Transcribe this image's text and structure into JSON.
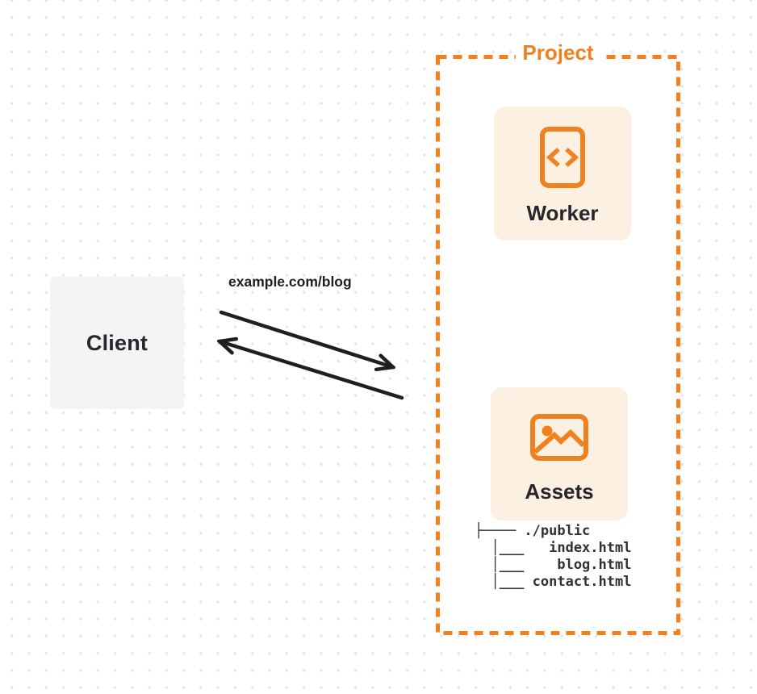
{
  "colors": {
    "orange": "#f0811f",
    "card_background": "#fcf0e3",
    "client_background": "#f4f4f6",
    "ink": "#26262b",
    "arrow": "#1f1f1f",
    "dot_grid": "#e4e4e8"
  },
  "client": {
    "label": "Client"
  },
  "request": {
    "label": "example.com/blog"
  },
  "arrows": {
    "to_project": "request-arrow",
    "to_client": "response-arrow"
  },
  "project": {
    "label": "Project",
    "worker": {
      "label": "Worker",
      "icon": "code-file-icon"
    },
    "assets": {
      "label": "Assets",
      "icon": "image-icon",
      "file_tree": [
        "├──── ./public",
        "  │___   index.html",
        "  │___    blog.html",
        "  │___ contact.html"
      ]
    }
  }
}
